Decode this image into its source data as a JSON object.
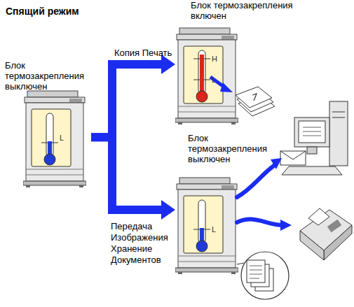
{
  "diagram": {
    "title": "Спящий режим",
    "nodes": [
      {
        "text": [
          "Блок термозакрепления выключен"
        ]
      },
      {
        "text": [
          "Блок термозакрепления включен"
        ]
      },
      {
        "text": [
          "Блок термозакрепления выключен"
        ]
      }
    ],
    "edges": [
      {
        "from": 0,
        "to": 1,
        "arrow": "to",
        "label": "Копия Печать"
      },
      {
        "from": 0,
        "to": 2,
        "arrow": "to",
        "label": "Передача Изображения Хранение Документов"
      }
    ],
    "labels": [
      "L",
      "H",
      "L",
      "L"
    ]
  }
}
